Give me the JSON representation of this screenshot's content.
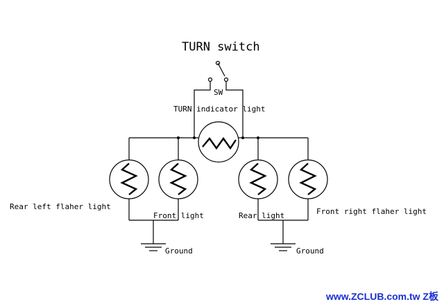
{
  "title": "TURN switch",
  "labels": {
    "sw": "SW",
    "indicator": "TURN indicator light",
    "rear_left": "Rear left flaher light",
    "front_left": "Front light",
    "rear_right": "Rear light",
    "front_right": "Front right flaher light",
    "ground_left": "Ground",
    "ground_right": "Ground"
  },
  "watermark": "www.ZCLUB.com.tw Z板",
  "colors": {
    "line": "#000000",
    "watermark": "#1a2fd0"
  }
}
